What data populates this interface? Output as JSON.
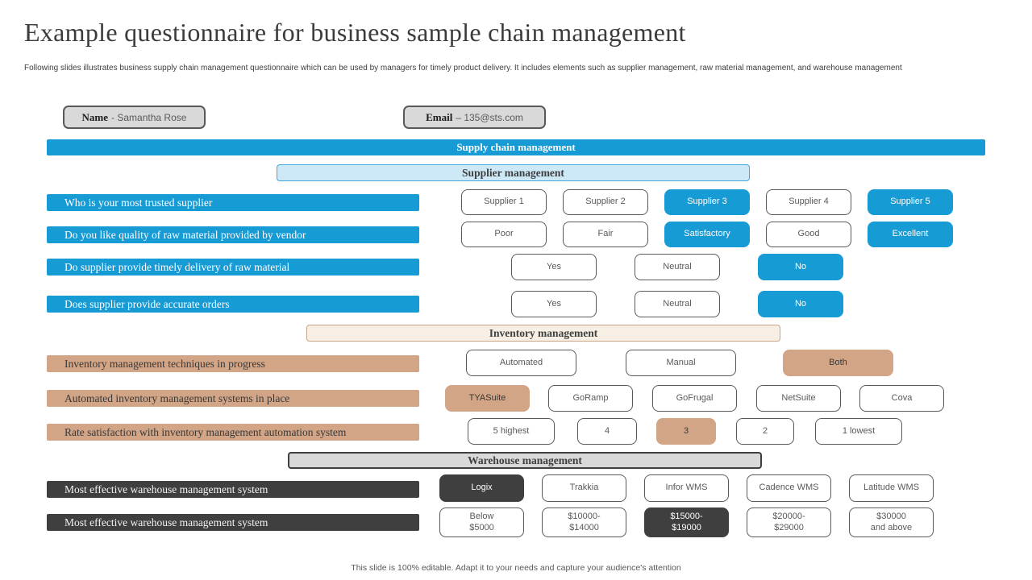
{
  "slide": {
    "title": "Example questionnaire for business sample chain management",
    "subtitle": "Following slides illustrates business supply chain management questionnaire which can be used by managers for timely product delivery. It includes elements such as supplier management, raw material management, and warehouse management",
    "footer": "This slide is 100% editable. Adapt it to your needs and capture your audience's attention"
  },
  "respondent": {
    "name_label": "Name",
    "name_value": "- Samantha Rose",
    "email_label": "Email",
    "email_value": "– 135@sts.com"
  },
  "banner": "Supply chain management",
  "colors": {
    "blue": "#169BD5",
    "blue_light": "#CDE9F8",
    "blue_border": "#41A8DC",
    "tan": "#D2A586",
    "tan_light": "#F7EFE3",
    "tan_border": "#C8A488",
    "dark": "#3F3F3F",
    "gray_light": "#D9D9D9",
    "outline": "#595959"
  },
  "sections": [
    {
      "header": "Supplier management",
      "theme": "blue",
      "rows": [
        {
          "question": "Who is your most trusted supplier",
          "options": [
            {
              "label": "Supplier 1",
              "selected": false
            },
            {
              "label": "Supplier 2",
              "selected": false
            },
            {
              "label": "Supplier 3",
              "selected": true
            },
            {
              "label": "Supplier 4",
              "selected": false
            },
            {
              "label": "Supplier 5",
              "selected": true
            }
          ]
        },
        {
          "question": "Do you like quality of raw material provided by vendor",
          "options": [
            {
              "label": "Poor",
              "selected": false
            },
            {
              "label": "Fair",
              "selected": false
            },
            {
              "label": "Satisfactory",
              "selected": true
            },
            {
              "label": "Good",
              "selected": false
            },
            {
              "label": "Excellent",
              "selected": true
            }
          ]
        },
        {
          "question": "Do supplier provide timely delivery of raw material",
          "options": [
            {
              "label": "Yes",
              "selected": false
            },
            {
              "label": "Neutral",
              "selected": false
            },
            {
              "label": "No",
              "selected": true
            }
          ]
        },
        {
          "question": "Does supplier provide accurate orders",
          "options": [
            {
              "label": "Yes",
              "selected": false
            },
            {
              "label": "Neutral",
              "selected": false
            },
            {
              "label": "No",
              "selected": true
            }
          ]
        }
      ]
    },
    {
      "header": "Inventory management",
      "theme": "tan",
      "rows": [
        {
          "question": "Inventory management techniques in progress",
          "options": [
            {
              "label": "Automated",
              "selected": false
            },
            {
              "label": "Manual",
              "selected": false
            },
            {
              "label": "Both",
              "selected": true
            }
          ]
        },
        {
          "question": "Automated inventory management systems in place",
          "options": [
            {
              "label": "TYASuite",
              "selected": true
            },
            {
              "label": "GoRamp",
              "selected": false
            },
            {
              "label": "GoFrugal",
              "selected": false
            },
            {
              "label": "NetSuite",
              "selected": false
            },
            {
              "label": "Cova",
              "selected": false
            }
          ]
        },
        {
          "question": "Rate satisfaction with inventory management automation system",
          "options": [
            {
              "label": "5 highest",
              "selected": false
            },
            {
              "label": "4",
              "selected": false
            },
            {
              "label": "3",
              "selected": true
            },
            {
              "label": "2",
              "selected": false
            },
            {
              "label": "1 lowest",
              "selected": false
            }
          ]
        }
      ]
    },
    {
      "header": "Warehouse management",
      "theme": "dark",
      "rows": [
        {
          "question": "Most effective warehouse management system",
          "options": [
            {
              "label": "Logix",
              "selected": true
            },
            {
              "label": "Trakkia",
              "selected": false
            },
            {
              "label": "Infor WMS",
              "selected": false
            },
            {
              "label": "Cadence WMS",
              "selected": false
            },
            {
              "label": "Latitude WMS",
              "selected": false
            }
          ]
        },
        {
          "question": "Most effective warehouse management system",
          "options": [
            {
              "label": "Below\n$5000",
              "selected": false
            },
            {
              "label": "$10000-\n$14000",
              "selected": false
            },
            {
              "label": "$15000-\n$19000",
              "selected": true
            },
            {
              "label": "$20000-\n$29000",
              "selected": false
            },
            {
              "label": "$30000\nand above",
              "selected": false
            }
          ]
        }
      ]
    }
  ]
}
